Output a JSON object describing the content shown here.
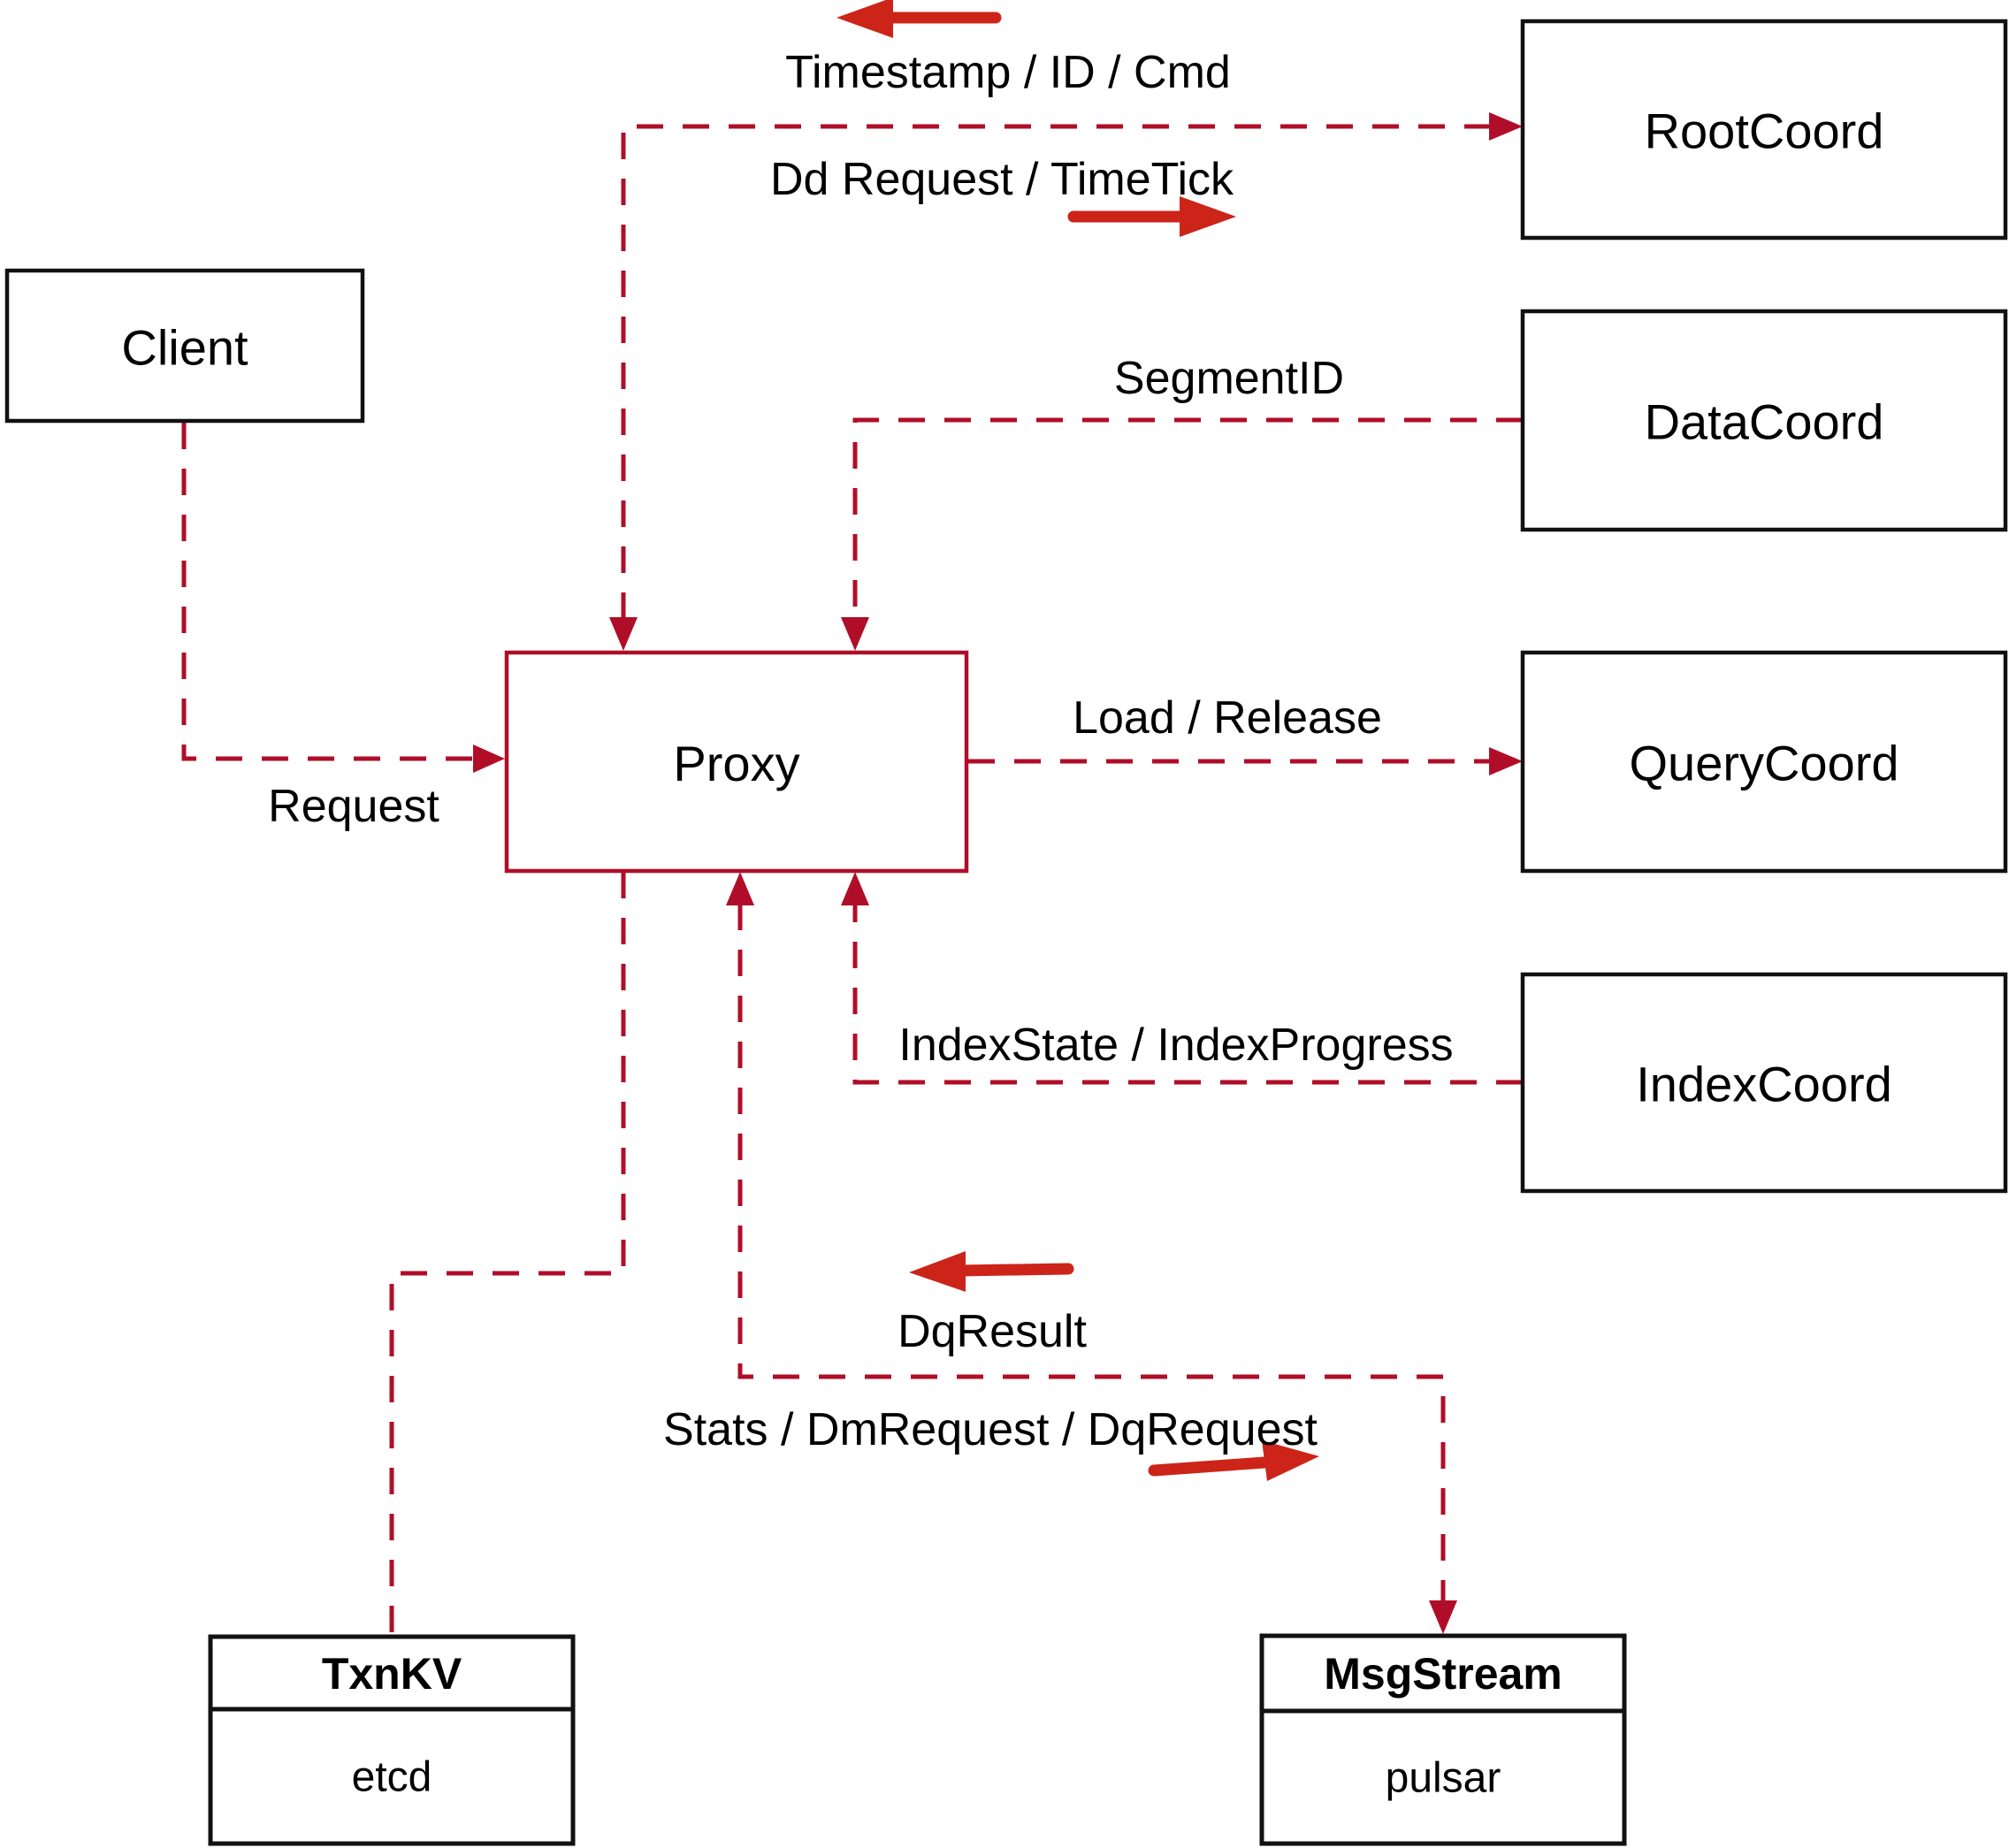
{
  "diagram": {
    "kind": "architecture-flow-diagram",
    "nodes": {
      "client": {
        "label": "Client"
      },
      "root_coord": {
        "label": "RootCoord"
      },
      "data_coord": {
        "label": "DataCoord"
      },
      "query_coord": {
        "label": "QueryCoord"
      },
      "index_coord": {
        "label": "IndexCoord"
      },
      "proxy": {
        "label": "Proxy"
      },
      "txn_kv": {
        "title": "TxnKV",
        "impl": "etcd"
      },
      "msg_stream": {
        "title": "MsgStream",
        "impl": "pulsar"
      }
    },
    "edge_labels": {
      "timestamp": "Timestamp / ID / Cmd",
      "dd_request": "Dd Request / TimeTick",
      "segment_id": "SegmentID",
      "load_release": "Load / Release",
      "request": "Request",
      "index_state": "IndexState / IndexProgress",
      "dq_result": "DqResult",
      "stats": "Stats / DmRequest / DqRequest"
    },
    "colors": {
      "crimson": "#b00e28",
      "arrow_red": "#cc2418",
      "box_border": "#111111",
      "text": "#000000"
    }
  }
}
